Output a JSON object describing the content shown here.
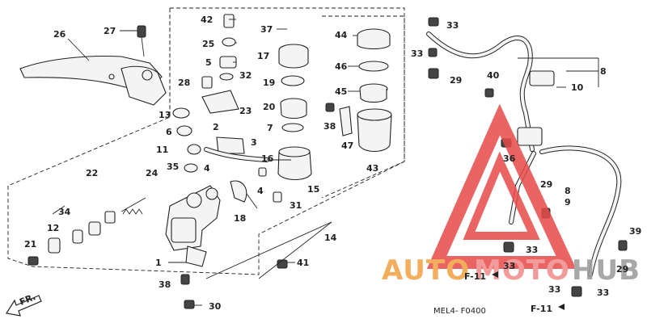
{
  "diagram_code": "MEL4- F0400",
  "direction_label": "FR.",
  "watermark": {
    "word1": "AUTO",
    "word2": "MOTO",
    "word3": "HUB",
    "color1": "#f0a040",
    "color2": "#f08a8a",
    "color3": "#9a9a9a",
    "triangle_color": "#e84a4a"
  },
  "references": [
    "F-11",
    "F-11"
  ],
  "callouts": [
    "26",
    "27",
    "42",
    "25",
    "5",
    "28",
    "32",
    "37",
    "17",
    "19",
    "20",
    "7",
    "44",
    "46",
    "45",
    "33",
    "33",
    "29",
    "40",
    "10",
    "8",
    "13",
    "6",
    "23",
    "2",
    "3",
    "38",
    "47",
    "43",
    "11",
    "16",
    "35",
    "4",
    "4",
    "22",
    "24",
    "15",
    "31",
    "18",
    "36",
    "29",
    "8",
    "9",
    "34",
    "12",
    "14",
    "21",
    "1",
    "41",
    "33",
    "38",
    "33",
    "30",
    "39",
    "29",
    "33",
    "33"
  ]
}
